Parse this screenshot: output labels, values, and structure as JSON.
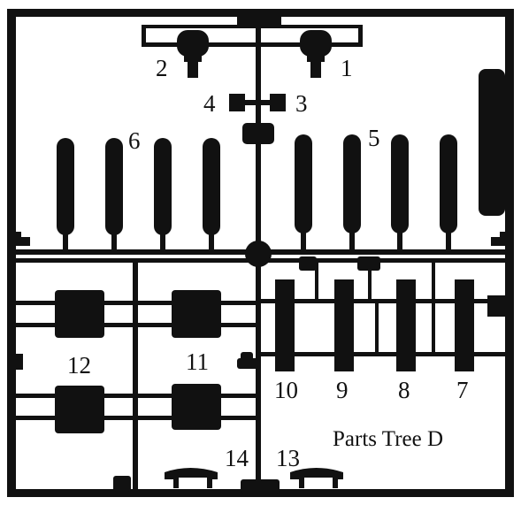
{
  "diagram": {
    "title": "Parts Tree D",
    "part_numbers": [
      "1",
      "2",
      "3",
      "4",
      "5",
      "6",
      "7",
      "8",
      "9",
      "10",
      "11",
      "12",
      "13",
      "14"
    ]
  },
  "colors": {
    "ink": "#111111",
    "paper": "#ffffff"
  }
}
